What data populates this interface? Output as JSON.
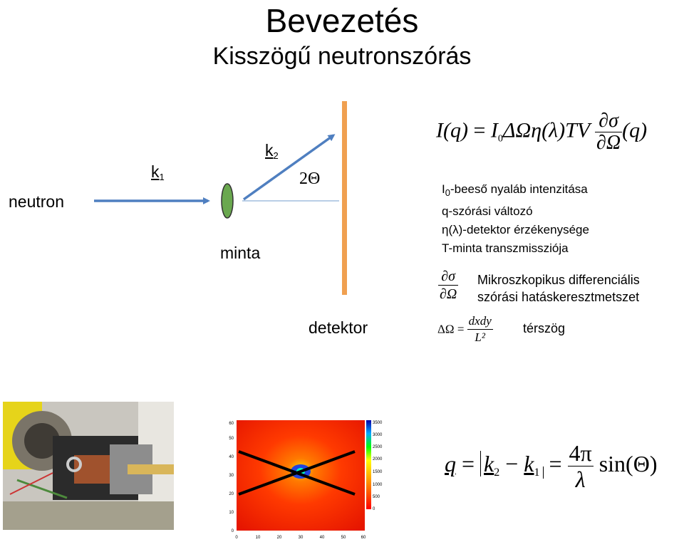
{
  "slide": {
    "title": "Bevezetés",
    "subtitle": "Kisszögű neutronszórás"
  },
  "diagram": {
    "neutron_label": "neutron",
    "k1_label": "k",
    "k1_sub": "1",
    "k2_label": "k",
    "k2_sub": "2",
    "angle_label": "2Θ",
    "sample_label": "minta",
    "detector_label": "detektor",
    "colors": {
      "beam": "#4f7fc0",
      "detector": "#f0a050",
      "sample": "#6aa84f"
    }
  },
  "formula_main": {
    "lhs": "I(q)",
    "eq": "=",
    "rhs_prefix": "I",
    "rhs_sub": "0",
    "rhs_mid": "ΔΩη(λ)TV",
    "frac_num": "∂σ",
    "frac_den": "∂Ω",
    "rhs_tail": "(q)"
  },
  "definitions": [
    {
      "prefix": "I",
      "sub": "0",
      "text": "-beeső nyaláb intenzitása"
    },
    {
      "prefix": "q",
      "sub": "",
      "text": "-szórási változó"
    },
    {
      "prefix": "η(λ)",
      "sub": "",
      "text": "-detektor érzékenysége"
    },
    {
      "prefix": "T",
      "sub": "",
      "text": "-minta transzmissziója"
    }
  ],
  "cross_section": {
    "frac_num": "∂σ",
    "frac_den": "∂Ω",
    "line1": "Mikroszkopikus differenciális",
    "line2": "szórási hatáskeresztmetszet"
  },
  "solid_angle": {
    "lhs": "ΔΩ =",
    "frac_num": "dxdy",
    "frac_den": "L²",
    "label": "térszög"
  },
  "q_formula": {
    "q": "q",
    "eq1": "=",
    "k2": "k",
    "k2_sub": "2",
    "minus": "−",
    "k1": "k",
    "k1_sub": "1",
    "eq2": "=",
    "frac_num": "4π",
    "frac_den": "λ",
    "tail": "sin(Θ)"
  },
  "heatmap": {
    "y_ticks": [
      "0",
      "10",
      "20",
      "30",
      "40",
      "50",
      "60"
    ],
    "x_ticks": [
      "0",
      "10",
      "20",
      "30",
      "40",
      "50",
      "60"
    ],
    "colorbar_ticks": [
      "0",
      "500",
      "1000",
      "1500",
      "2000",
      "2500",
      "3000",
      "3500"
    ]
  }
}
